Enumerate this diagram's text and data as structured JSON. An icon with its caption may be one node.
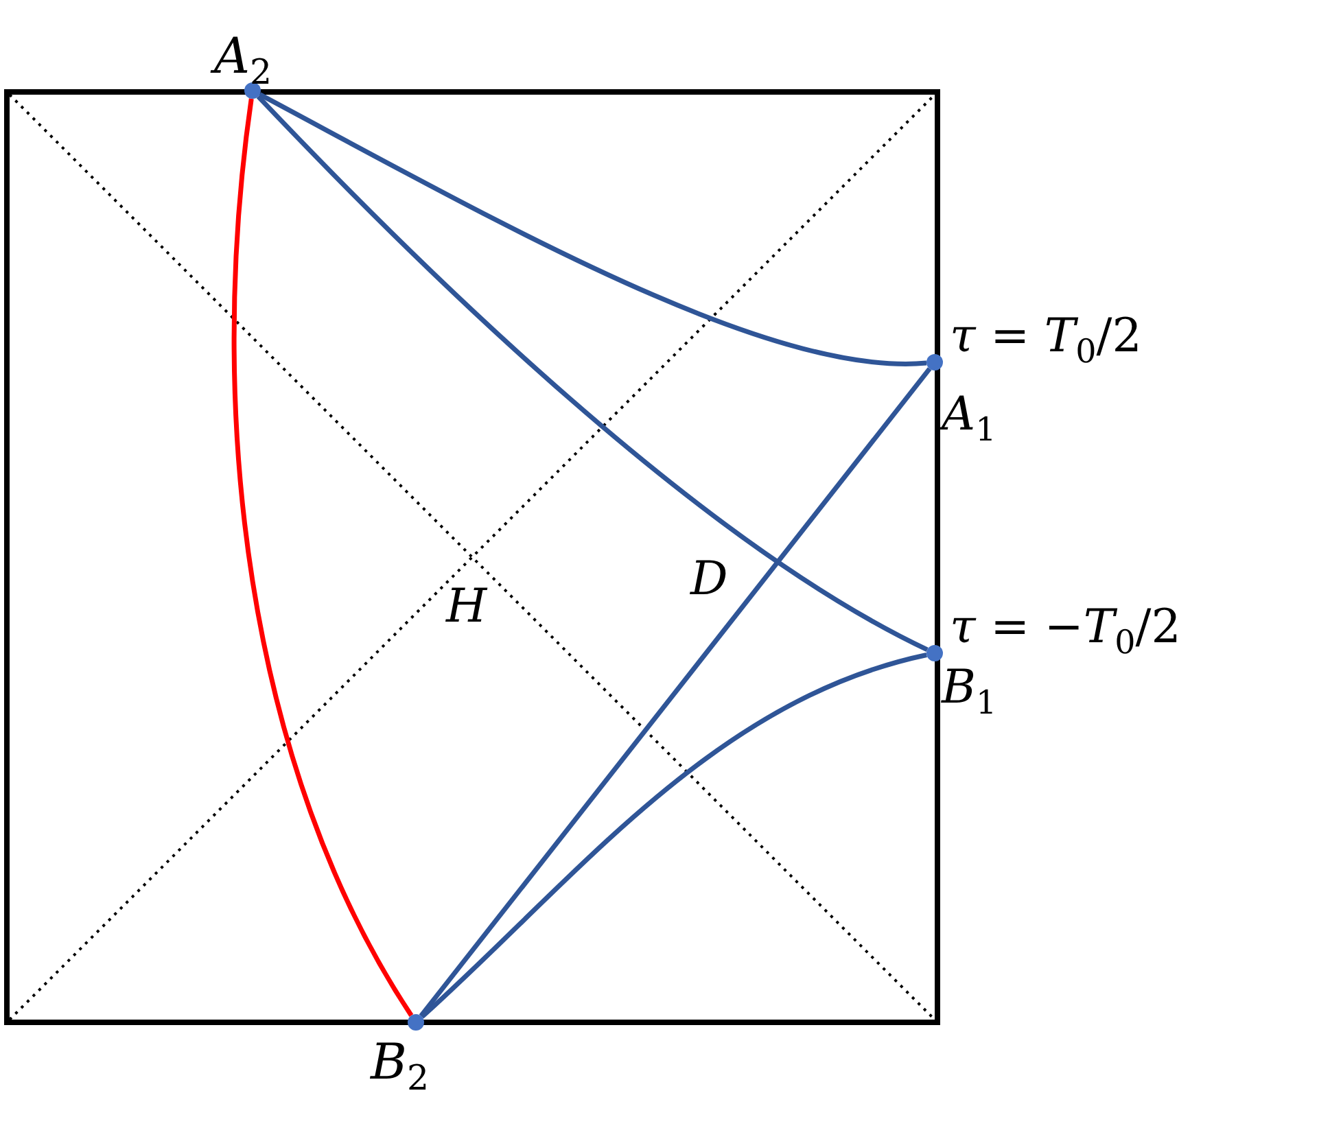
{
  "diagram": {
    "nodes": [
      {
        "text": [],
        "shape": "circle",
        "beside": [
          "*A*$_{2}$"
        ]
      },
      {
        "text": [],
        "shape": "circle",
        "beside": [
          "*τ* = *T*$_{0}$/2",
          "*A*$_{1}$"
        ]
      },
      {
        "text": [],
        "shape": "circle",
        "beside": [
          "*τ* = −*T*$_{0}$/2",
          "*B*$_{1}$"
        ]
      },
      {
        "text": [],
        "shape": "circle",
        "beside": [
          "*B*$_{2}$"
        ]
      }
    ],
    "edges": [
      {
        "from": 0,
        "to": 1,
        "arrow": "none"
      },
      {
        "from": 0,
        "to": 2,
        "arrow": "none"
      },
      {
        "from": 3,
        "to": 1,
        "arrow": "none"
      },
      {
        "from": 3,
        "to": 2,
        "arrow": "none"
      },
      {
        "from": 0,
        "to": 3,
        "arrow": "none",
        "color": "#ff0000"
      }
    ],
    "labels": [
      "*H*",
      "*D*"
    ]
  }
}
